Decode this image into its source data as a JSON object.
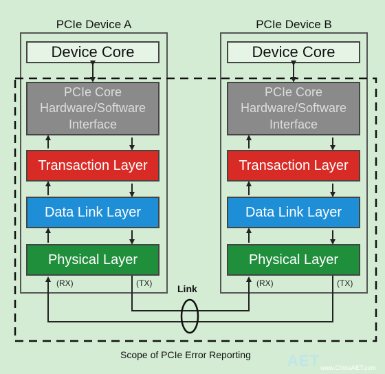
{
  "devices": {
    "a": {
      "title": "PCIe Device A",
      "core": "Device Core",
      "interface": "PCIe Core\nHardware/Software\nInterface",
      "transaction": "Transaction Layer",
      "datalink": "Data Link Layer",
      "physical": "Physical Layer",
      "rx": "(RX)",
      "tx": "(TX)"
    },
    "b": {
      "title": "PCIe Device B",
      "core": "Device Core",
      "interface": "PCIe Core\nHardware/Software\nInterface",
      "transaction": "Transaction Layer",
      "datalink": "Data Link Layer",
      "physical": "Physical Layer",
      "rx": "(RX)",
      "tx": "(TX)"
    }
  },
  "link_label": "Link",
  "scope_label": "Scope of PCIe Error Reporting",
  "watermark": {
    "logo": "AET",
    "url": "www.ChinaAET.com"
  },
  "colors": {
    "background": "#d3ecd3",
    "transaction": "#d92b26",
    "datalink": "#1e8fd6",
    "physical": "#1f8f3c",
    "interface": "#8a8a8a"
  }
}
